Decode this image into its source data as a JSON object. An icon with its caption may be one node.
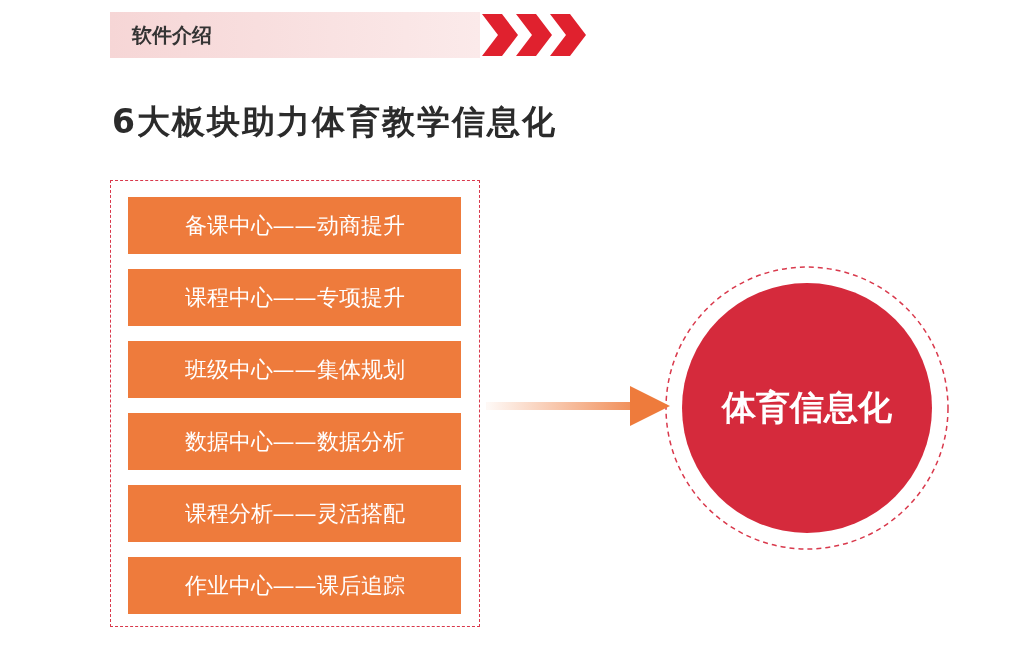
{
  "diagram": {
    "title": "6大板块助力体育教学信息化",
    "nodes": [
      {
        "text": [],
        "shape": "box"
      },
      {
        "text": [
          "备课中心——动商提升"
        ],
        "in": 0
      },
      {
        "text": [
          "课程中心——专项提升"
        ],
        "in": 0
      },
      {
        "text": [
          "班级中心——集体规划"
        ],
        "in": 0
      },
      {
        "text": [
          "数据中心——数据分析"
        ],
        "in": 0
      },
      {
        "text": [
          "课程分析——灵活搭配"
        ],
        "in": 0
      },
      {
        "text": [
          "作业中心——课后追踪"
        ],
        "in": 0
      },
      {
        "text": [
          "体育信息化"
        ]
      }
    ],
    "edges": [
      {
        "from": 0,
        "to": 7,
        "arrow": "to"
      }
    ],
    "labels": [
      "软件介绍"
    ]
  }
}
